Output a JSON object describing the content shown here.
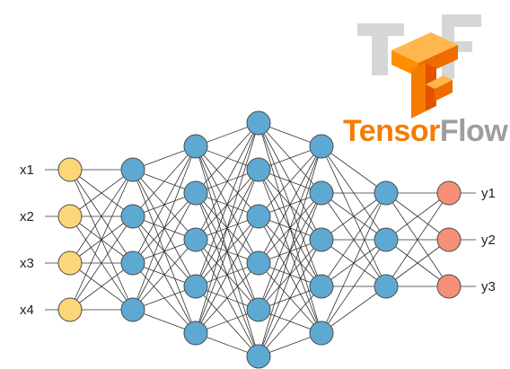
{
  "logo": {
    "name_part1": "Tensor",
    "name_part2": "Flow",
    "color_part1": "#f57c00",
    "color_part2": "#9e9e9e",
    "icon": "tensorflow-icon",
    "icon_colors": {
      "front": "#ff8f00",
      "side": "#e65100",
      "top": "#ffb74d",
      "shadow": "#cfcfcf"
    }
  },
  "network": {
    "layers": [
      4,
      4,
      5,
      6,
      5,
      3,
      3
    ],
    "input_labels": [
      "x1",
      "x2",
      "x3",
      "x4"
    ],
    "output_labels": [
      "y1",
      "y2",
      "y3"
    ],
    "colors": {
      "input_fill": "#fcd679",
      "hidden_fill": "#5ea9d1",
      "output_fill": "#f58f78",
      "node_stroke": "#4a4a4a",
      "edge": "#303030"
    }
  }
}
